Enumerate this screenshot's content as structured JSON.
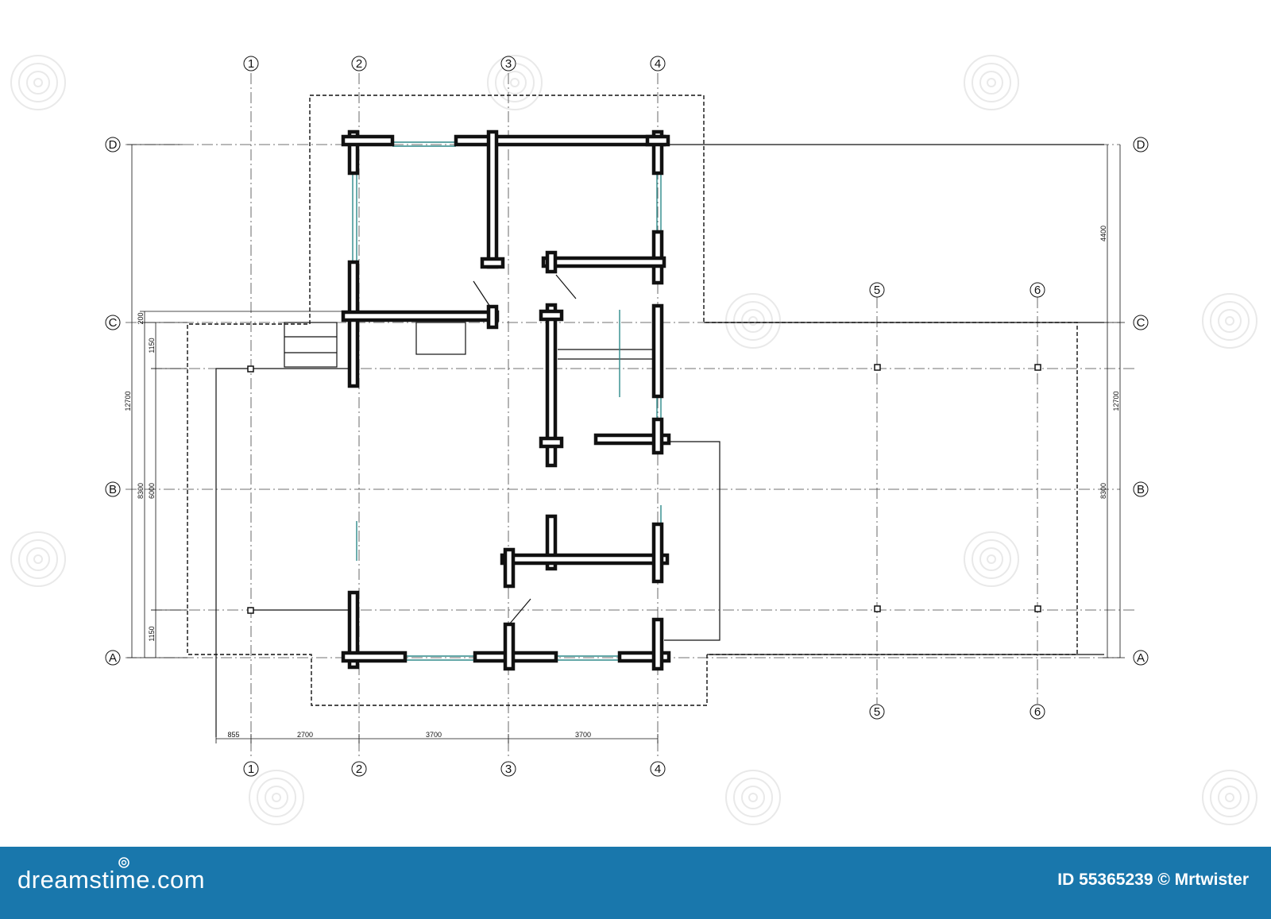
{
  "grid_columns": {
    "top": [
      "1",
      "2",
      "3",
      "4"
    ],
    "bottom": [
      "1",
      "2",
      "3",
      "4"
    ],
    "right_top": [
      "5",
      "6"
    ],
    "right_bottom": [
      "5",
      "6"
    ]
  },
  "grid_rows": {
    "left": [
      "D",
      "C",
      "B",
      "A"
    ],
    "right": [
      "D",
      "C",
      "B",
      "A"
    ]
  },
  "dimensions": {
    "bottom": [
      "855",
      "2700",
      "3700",
      "3700"
    ],
    "left": [
      "200",
      "1150",
      "12700",
      "8300",
      "6000",
      "1150"
    ],
    "right": [
      "4400",
      "12700",
      "8300"
    ]
  },
  "footer": {
    "brand": "dreamstime.com",
    "credit": "ID 55365239 © Mrtwister",
    "background": "#1977ac"
  },
  "colors": {
    "line": "#111111",
    "glazing": "#2e8a8a"
  }
}
